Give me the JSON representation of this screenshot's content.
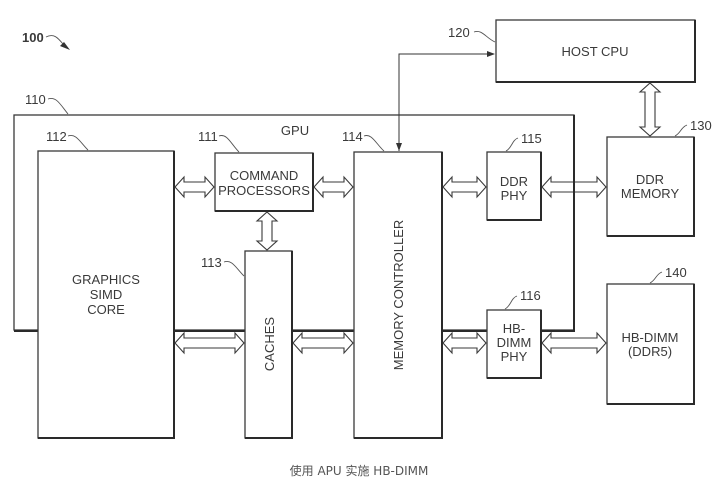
{
  "figure": {
    "number": "100",
    "caption": "使用 APU 实施 HB-DIMM"
  },
  "blocks": {
    "gpu": {
      "ref": "110",
      "label": "GPU"
    },
    "command_processors": {
      "ref": "111",
      "lines": [
        "COMMAND",
        "PROCESSORS"
      ]
    },
    "graphics_simd_core": {
      "ref": "112",
      "lines": [
        "GRAPHICS",
        "SIMD",
        "CORE"
      ]
    },
    "caches": {
      "ref": "113",
      "label": "CACHES"
    },
    "memory_controller": {
      "ref": "114",
      "label": "MEMORY CONTROLLER"
    },
    "ddr_phy": {
      "ref": "115",
      "lines": [
        "DDR",
        "PHY"
      ]
    },
    "hb_dimm_phy": {
      "ref": "116",
      "lines": [
        "HB-",
        "DIMM",
        "PHY"
      ]
    },
    "host_cpu": {
      "ref": "120",
      "label": "HOST CPU"
    },
    "ddr_memory": {
      "ref": "130",
      "lines": [
        "DDR",
        "MEMORY"
      ]
    },
    "hb_dimm": {
      "ref": "140",
      "lines": [
        "HB-DIMM",
        "(DDR5)"
      ]
    }
  },
  "connections": [
    {
      "from": "graphics_simd_core",
      "to": "command_processors",
      "type": "bidirectional"
    },
    {
      "from": "graphics_simd_core",
      "to": "caches",
      "type": "bidirectional"
    },
    {
      "from": "command_processors",
      "to": "caches",
      "type": "bidirectional"
    },
    {
      "from": "command_processors",
      "to": "memory_controller",
      "type": "bidirectional"
    },
    {
      "from": "caches",
      "to": "memory_controller",
      "type": "bidirectional"
    },
    {
      "from": "memory_controller",
      "to": "ddr_phy",
      "type": "bidirectional"
    },
    {
      "from": "memory_controller",
      "to": "hb_dimm_phy",
      "type": "bidirectional"
    },
    {
      "from": "ddr_phy",
      "to": "ddr_memory",
      "type": "bidirectional"
    },
    {
      "from": "hb_dimm_phy",
      "to": "hb_dimm",
      "type": "bidirectional"
    },
    {
      "from": "host_cpu",
      "to": "ddr_memory",
      "type": "bidirectional"
    },
    {
      "from": "host_cpu",
      "to": "memory_controller",
      "type": "bidirectional-line"
    }
  ]
}
